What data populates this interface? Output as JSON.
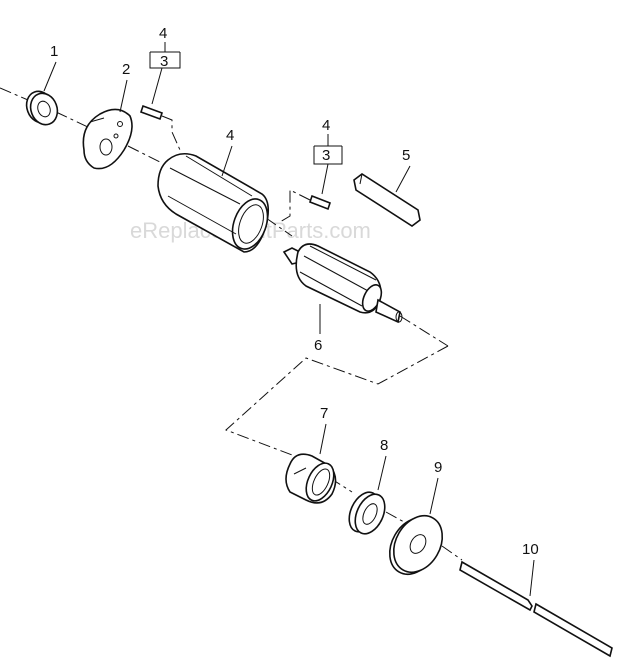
{
  "watermark": "eReplacementParts.com",
  "callouts": {
    "c1": "1",
    "c2": "2",
    "c3a_top": "4",
    "c3a_box": "3",
    "c4": "4",
    "c3b_top": "4",
    "c3b_box": "3",
    "c5": "5",
    "c6": "6",
    "c7": "7",
    "c8": "8",
    "c9": "9",
    "c10": "10"
  }
}
